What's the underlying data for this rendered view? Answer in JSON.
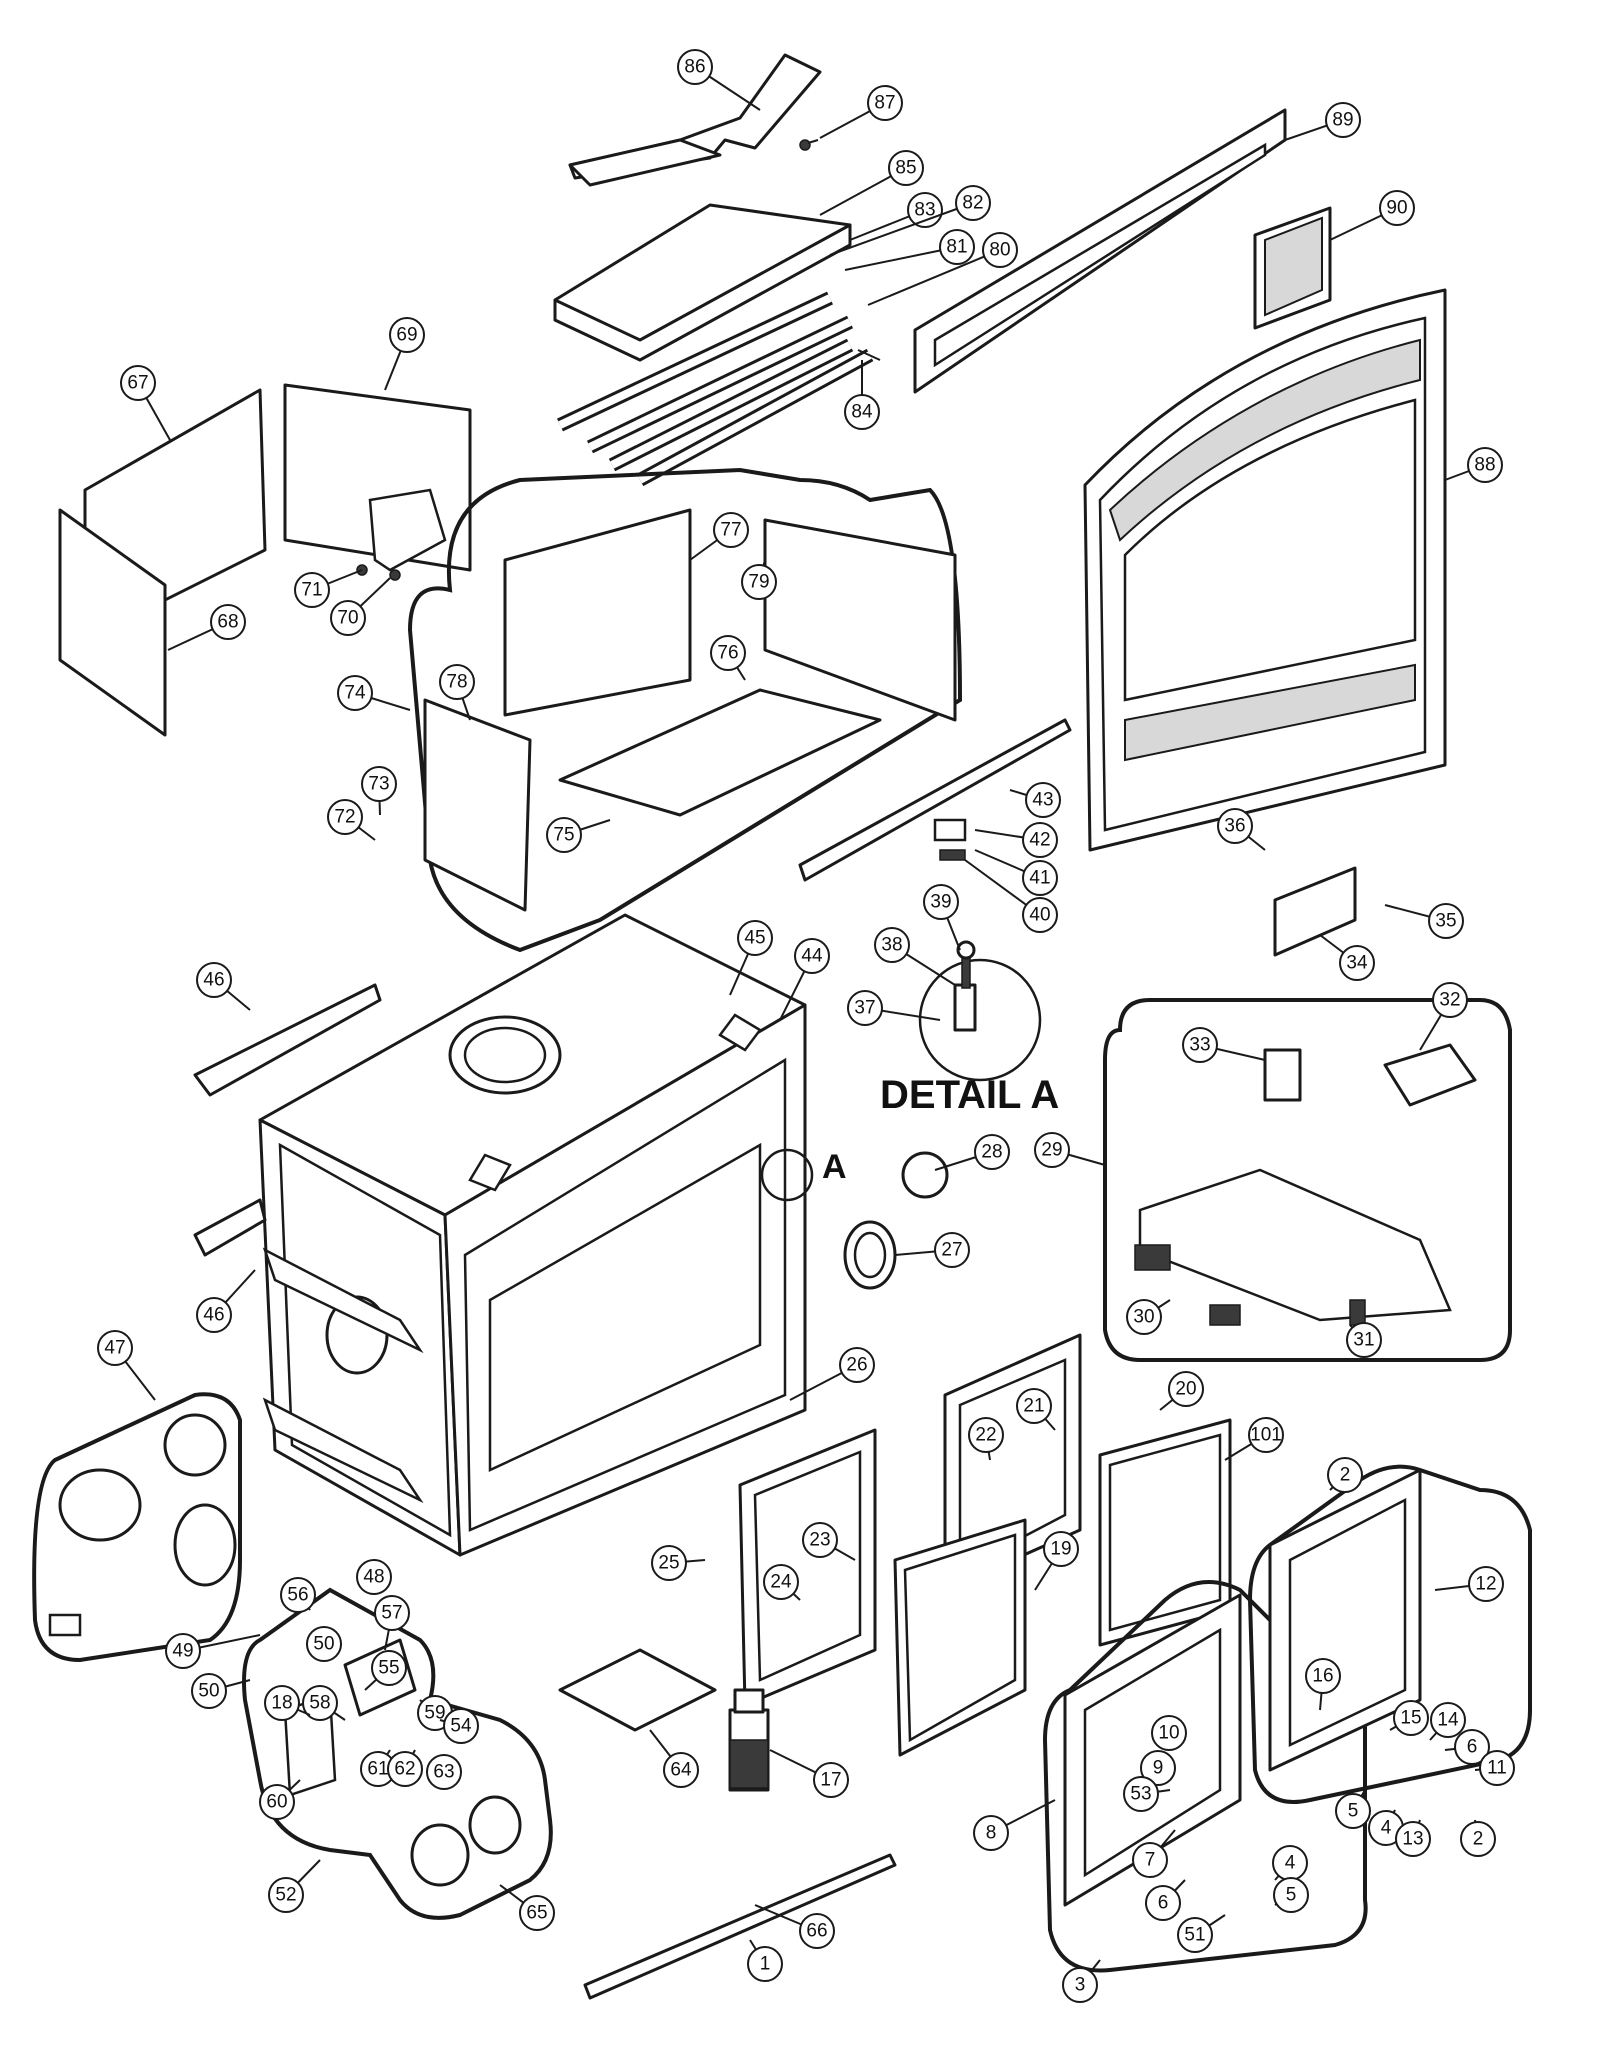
{
  "detail_label": "DETAIL A",
  "detail_marker": "A",
  "callouts": [
    "86",
    "87",
    "85",
    "83",
    "82",
    "81",
    "80",
    "84",
    "89",
    "90",
    "88",
    "69",
    "67",
    "68",
    "71",
    "70",
    "77",
    "79",
    "76",
    "74",
    "78",
    "75",
    "73",
    "72",
    "43",
    "42",
    "41",
    "40",
    "36",
    "35",
    "34",
    "39",
    "38",
    "37",
    "45",
    "44",
    "46",
    "46",
    "33",
    "32",
    "28",
    "29",
    "27",
    "30",
    "31",
    "47",
    "26",
    "21",
    "20",
    "101",
    "22",
    "2",
    "12",
    "48",
    "56",
    "25",
    "23",
    "19",
    "24",
    "49",
    "50",
    "50",
    "57",
    "55",
    "58",
    "59",
    "54",
    "18",
    "16",
    "15",
    "14",
    "6",
    "11",
    "10",
    "9",
    "53",
    "60",
    "61",
    "62",
    "63",
    "64",
    "17",
    "5",
    "4",
    "13",
    "2",
    "8",
    "7",
    "6",
    "4",
    "5",
    "51",
    "52",
    "65",
    "66",
    "1",
    "3"
  ],
  "colors": {
    "line": "#1a1a1a",
    "background": "#ffffff"
  }
}
